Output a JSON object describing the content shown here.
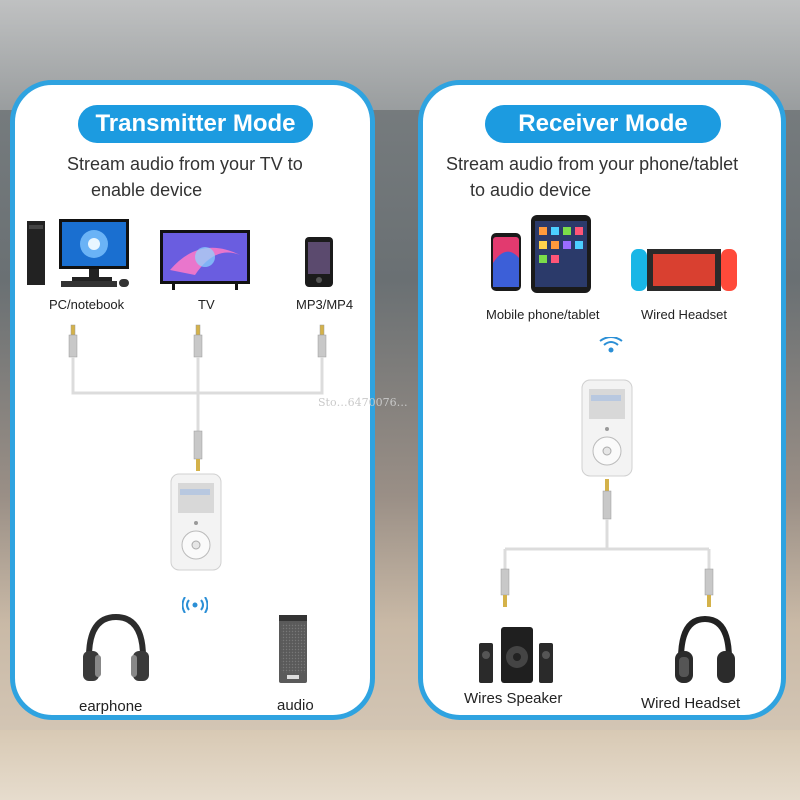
{
  "transmitter": {
    "title": "Transmitter Mode",
    "subtitle_line1": "Stream audio from your TV to",
    "subtitle_line2": "enable device",
    "sources": [
      {
        "label": "PC/notebook",
        "icon": "desktop-pc-icon"
      },
      {
        "label": "TV",
        "icon": "tv-icon"
      },
      {
        "label": "MP3/MP4",
        "icon": "mp3-player-icon"
      }
    ],
    "outputs": [
      {
        "label": "earphone",
        "icon": "headphones-icon"
      },
      {
        "label": "audio",
        "icon": "speaker-icon"
      }
    ]
  },
  "receiver": {
    "title": "Receiver Mode",
    "subtitle_line1": "Stream audio from your phone/tablet",
    "subtitle_line2": "to  audio device",
    "sources": [
      {
        "label": "Mobile phone/tablet",
        "icon": "phone-tablet-icon"
      },
      {
        "label": "Wired Headset",
        "icon": "game-console-icon"
      }
    ],
    "outputs": [
      {
        "label": "Wires Speaker",
        "icon": "speaker-system-icon"
      },
      {
        "label": "Wired Headset",
        "icon": "headphones-icon"
      }
    ]
  },
  "watermark": "Sto…6470076…"
}
